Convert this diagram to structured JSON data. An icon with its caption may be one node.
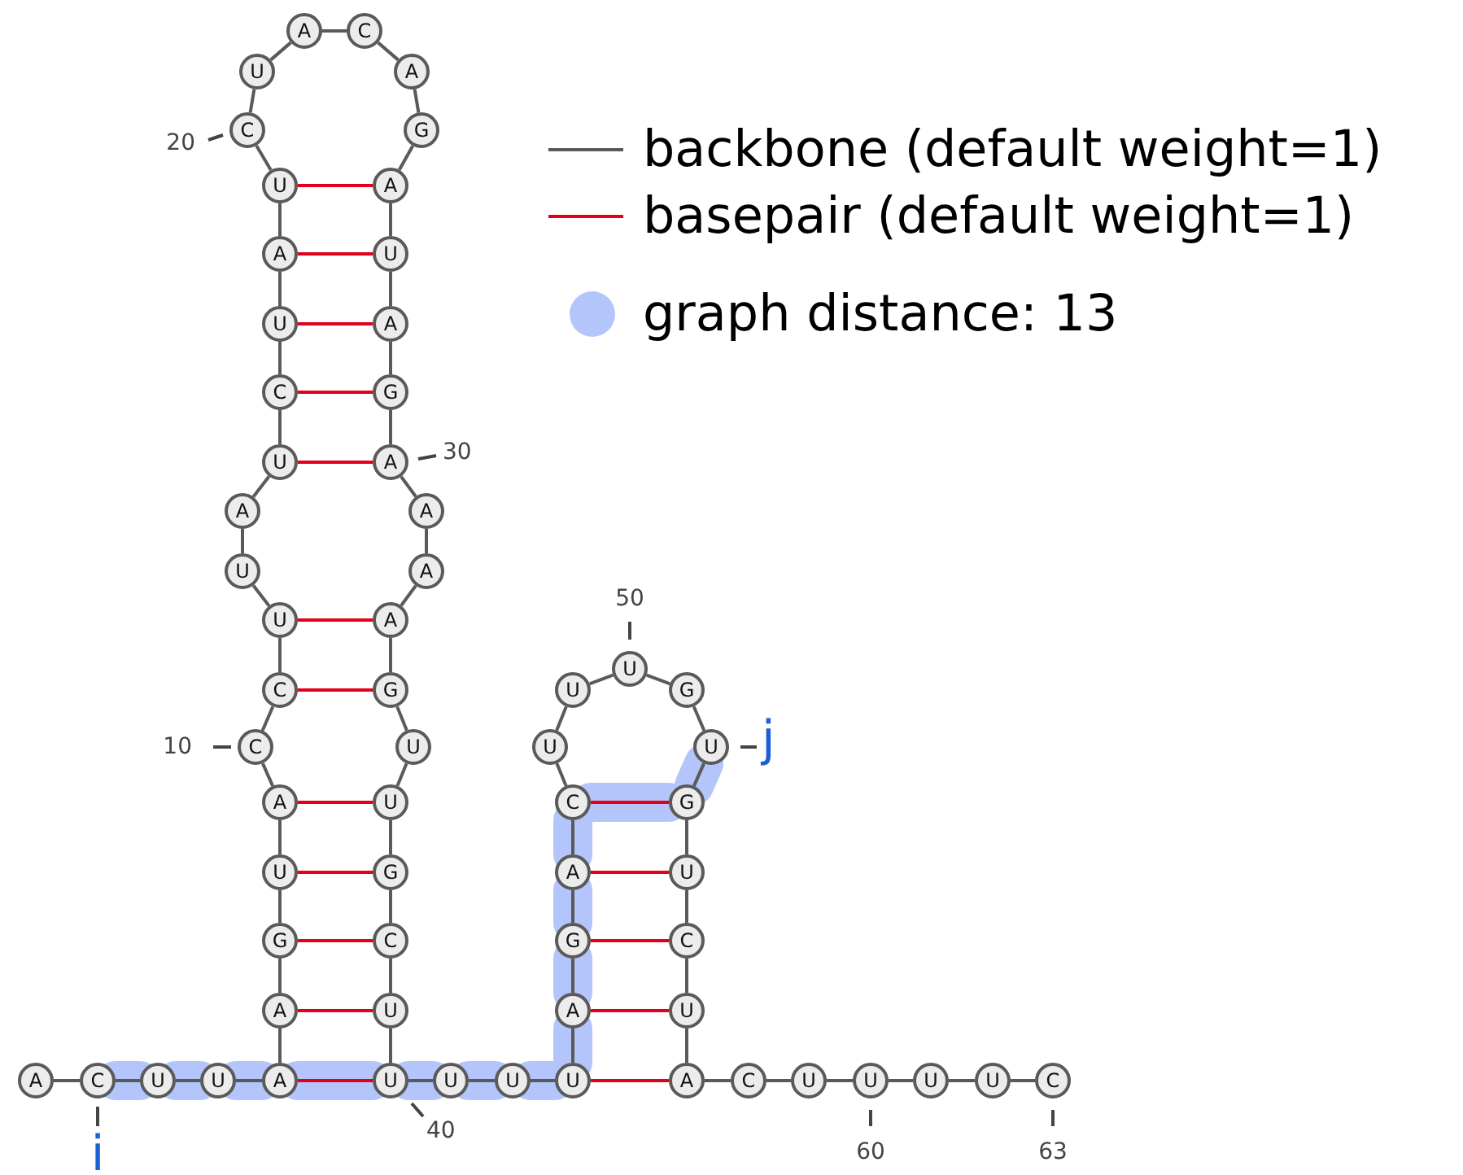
{
  "diagram": {
    "nodes": [
      {
        "text": [
          "A"
        ]
      },
      {
        "text": [
          "C"
        ],
        "beside": [
          "i"
        ]
      },
      {
        "text": [
          "U"
        ]
      },
      {
        "text": [
          "U"
        ]
      },
      {
        "text": [
          "A"
        ]
      },
      {
        "text": [
          "A"
        ]
      },
      {
        "text": [
          "G"
        ]
      },
      {
        "text": [
          "U"
        ]
      },
      {
        "text": [
          "A"
        ]
      },
      {
        "text": [
          "C"
        ],
        "beside": [
          "10"
        ]
      },
      {
        "text": [
          "C"
        ]
      },
      {
        "text": [
          "U"
        ]
      },
      {
        "text": [
          "U"
        ]
      },
      {
        "text": [
          "A"
        ]
      },
      {
        "text": [
          "U"
        ]
      },
      {
        "text": [
          "C"
        ]
      },
      {
        "text": [
          "U"
        ]
      },
      {
        "text": [
          "A"
        ]
      },
      {
        "text": [
          "U"
        ]
      },
      {
        "text": [
          "C"
        ],
        "beside": [
          "20"
        ]
      },
      {
        "text": [
          "U"
        ]
      },
      {
        "text": [
          "A"
        ]
      },
      {
        "text": [
          "C"
        ]
      },
      {
        "text": [
          "A"
        ]
      },
      {
        "text": [
          "G"
        ]
      },
      {
        "text": [
          "A"
        ]
      },
      {
        "text": [
          "U"
        ]
      },
      {
        "text": [
          "A"
        ]
      },
      {
        "text": [
          "G"
        ]
      },
      {
        "text": [
          "A"
        ],
        "beside": [
          "30"
        ]
      },
      {
        "text": [
          "A"
        ]
      },
      {
        "text": [
          "A"
        ]
      },
      {
        "text": [
          "A"
        ]
      },
      {
        "text": [
          "G"
        ]
      },
      {
        "text": [
          "U"
        ]
      },
      {
        "text": [
          "U"
        ]
      },
      {
        "text": [
          "G"
        ]
      },
      {
        "text": [
          "C"
        ]
      },
      {
        "text": [
          "U"
        ]
      },
      {
        "text": [
          "U"
        ],
        "beside": [
          "40"
        ]
      },
      {
        "text": [
          "U"
        ]
      },
      {
        "text": [
          "U"
        ]
      },
      {
        "text": [
          "U"
        ]
      },
      {
        "text": [
          "A"
        ]
      },
      {
        "text": [
          "G"
        ]
      },
      {
        "text": [
          "A"
        ]
      },
      {
        "text": [
          "C"
        ]
      },
      {
        "text": [
          "U"
        ]
      },
      {
        "text": [
          "U"
        ]
      },
      {
        "text": [
          "U"
        ],
        "beside": [
          "50"
        ]
      },
      {
        "text": [
          "G"
        ]
      },
      {
        "text": [
          "U"
        ],
        "beside": [
          "j"
        ]
      },
      {
        "text": [
          "G"
        ]
      },
      {
        "text": [
          "U"
        ]
      },
      {
        "text": [
          "C"
        ]
      },
      {
        "text": [
          "U"
        ]
      },
      {
        "text": [
          "A"
        ]
      },
      {
        "text": [
          "C"
        ]
      },
      {
        "text": [
          "U"
        ]
      },
      {
        "text": [
          "U"
        ],
        "beside": [
          "60"
        ]
      },
      {
        "text": [
          "U"
        ]
      },
      {
        "text": [
          "U"
        ]
      },
      {
        "text": [
          "C"
        ],
        "beside": [
          "63"
        ]
      }
    ],
    "edges": [
      {
        "from": 0,
        "to": 1,
        "arrow": "none"
      },
      {
        "from": 1,
        "to": 2,
        "arrow": "none"
      },
      {
        "from": 2,
        "to": 3,
        "arrow": "none"
      },
      {
        "from": 3,
        "to": 4,
        "arrow": "none"
      },
      {
        "from": 4,
        "to": 5,
        "arrow": "none"
      },
      {
        "from": 5,
        "to": 6,
        "arrow": "none"
      },
      {
        "from": 6,
        "to": 7,
        "arrow": "none"
      },
      {
        "from": 7,
        "to": 8,
        "arrow": "none"
      },
      {
        "from": 8,
        "to": 9,
        "arrow": "none"
      },
      {
        "from": 9,
        "to": 10,
        "arrow": "none"
      },
      {
        "from": 10,
        "to": 11,
        "arrow": "none"
      },
      {
        "from": 11,
        "to": 12,
        "arrow": "none"
      },
      {
        "from": 12,
        "to": 13,
        "arrow": "none"
      },
      {
        "from": 13,
        "to": 14,
        "arrow": "none"
      },
      {
        "from": 14,
        "to": 15,
        "arrow": "none"
      },
      {
        "from": 15,
        "to": 16,
        "arrow": "none"
      },
      {
        "from": 16,
        "to": 17,
        "arrow": "none"
      },
      {
        "from": 17,
        "to": 18,
        "arrow": "none"
      },
      {
        "from": 18,
        "to": 19,
        "arrow": "none"
      },
      {
        "from": 19,
        "to": 20,
        "arrow": "none"
      },
      {
        "from": 20,
        "to": 21,
        "arrow": "none"
      },
      {
        "from": 21,
        "to": 22,
        "arrow": "none"
      },
      {
        "from": 22,
        "to": 23,
        "arrow": "none"
      },
      {
        "from": 23,
        "to": 24,
        "arrow": "none"
      },
      {
        "from": 24,
        "to": 25,
        "arrow": "none"
      },
      {
        "from": 25,
        "to": 26,
        "arrow": "none"
      },
      {
        "from": 26,
        "to": 27,
        "arrow": "none"
      },
      {
        "from": 27,
        "to": 28,
        "arrow": "none"
      },
      {
        "from": 28,
        "to": 29,
        "arrow": "none"
      },
      {
        "from": 29,
        "to": 30,
        "arrow": "none"
      },
      {
        "from": 30,
        "to": 31,
        "arrow": "none"
      },
      {
        "from": 31,
        "to": 32,
        "arrow": "none"
      },
      {
        "from": 32,
        "to": 33,
        "arrow": "none"
      },
      {
        "from": 33,
        "to": 34,
        "arrow": "none"
      },
      {
        "from": 34,
        "to": 35,
        "arrow": "none"
      },
      {
        "from": 35,
        "to": 36,
        "arrow": "none"
      },
      {
        "from": 36,
        "to": 37,
        "arrow": "none"
      },
      {
        "from": 37,
        "to": 38,
        "arrow": "none"
      },
      {
        "from": 38,
        "to": 39,
        "arrow": "none"
      },
      {
        "from": 39,
        "to": 40,
        "arrow": "none"
      },
      {
        "from": 40,
        "to": 41,
        "arrow": "none"
      },
      {
        "from": 41,
        "to": 42,
        "arrow": "none"
      },
      {
        "from": 42,
        "to": 43,
        "arrow": "none"
      },
      {
        "from": 43,
        "to": 44,
        "arrow": "none"
      },
      {
        "from": 44,
        "to": 45,
        "arrow": "none"
      },
      {
        "from": 45,
        "to": 46,
        "arrow": "none"
      },
      {
        "from": 46,
        "to": 47,
        "arrow": "none"
      },
      {
        "from": 47,
        "to": 48,
        "arrow": "none"
      },
      {
        "from": 48,
        "to": 49,
        "arrow": "none"
      },
      {
        "from": 49,
        "to": 50,
        "arrow": "none"
      },
      {
        "from": 50,
        "to": 51,
        "arrow": "none"
      },
      {
        "from": 51,
        "to": 52,
        "arrow": "none"
      },
      {
        "from": 52,
        "to": 53,
        "arrow": "none"
      },
      {
        "from": 53,
        "to": 54,
        "arrow": "none"
      },
      {
        "from": 54,
        "to": 55,
        "arrow": "none"
      },
      {
        "from": 55,
        "to": 56,
        "arrow": "none"
      },
      {
        "from": 56,
        "to": 57,
        "arrow": "none"
      },
      {
        "from": 57,
        "to": 58,
        "arrow": "none"
      },
      {
        "from": 58,
        "to": 59,
        "arrow": "none"
      },
      {
        "from": 59,
        "to": 60,
        "arrow": "none"
      },
      {
        "from": 60,
        "to": 61,
        "arrow": "none"
      },
      {
        "from": 61,
        "to": 62,
        "arrow": "none"
      },
      {
        "from": 4,
        "to": 39,
        "arrow": "none",
        "color": "#e3001b"
      },
      {
        "from": 5,
        "to": 38,
        "arrow": "none",
        "color": "#e3001b"
      },
      {
        "from": 6,
        "to": 37,
        "arrow": "none",
        "color": "#e3001b"
      },
      {
        "from": 7,
        "to": 36,
        "arrow": "none",
        "color": "#e3001b"
      },
      {
        "from": 8,
        "to": 35,
        "arrow": "none",
        "color": "#e3001b"
      },
      {
        "from": 10,
        "to": 33,
        "arrow": "none",
        "color": "#e3001b"
      },
      {
        "from": 11,
        "to": 32,
        "arrow": "none",
        "color": "#e3001b"
      },
      {
        "from": 14,
        "to": 29,
        "arrow": "none",
        "color": "#e3001b"
      },
      {
        "from": 15,
        "to": 28,
        "arrow": "none",
        "color": "#e3001b"
      },
      {
        "from": 16,
        "to": 27,
        "arrow": "none",
        "color": "#e3001b"
      },
      {
        "from": 17,
        "to": 26,
        "arrow": "none",
        "color": "#e3001b"
      },
      {
        "from": 18,
        "to": 25,
        "arrow": "none",
        "color": "#e3001b"
      },
      {
        "from": 42,
        "to": 56,
        "arrow": "none",
        "color": "#e3001b"
      },
      {
        "from": 43,
        "to": 55,
        "arrow": "none",
        "color": "#e3001b"
      },
      {
        "from": 44,
        "to": 54,
        "arrow": "none",
        "color": "#e3001b"
      },
      {
        "from": 45,
        "to": 53,
        "arrow": "none",
        "color": "#e3001b"
      },
      {
        "from": 46,
        "to": 52,
        "arrow": "none",
        "color": "#e3001b"
      },
      {
        "from": 1,
        "to": 2,
        "arrow": "none",
        "style": "thick",
        "color": "#b3c5fb"
      },
      {
        "from": 2,
        "to": 3,
        "arrow": "none",
        "style": "thick",
        "color": "#b3c5fb"
      },
      {
        "from": 3,
        "to": 4,
        "arrow": "none",
        "style": "thick",
        "color": "#b3c5fb"
      },
      {
        "from": 4,
        "to": 39,
        "arrow": "none",
        "style": "thick",
        "color": "#b3c5fb"
      },
      {
        "from": 39,
        "to": 40,
        "arrow": "none",
        "style": "thick",
        "color": "#b3c5fb"
      },
      {
        "from": 40,
        "to": 41,
        "arrow": "none",
        "style": "thick",
        "color": "#b3c5fb"
      },
      {
        "from": 41,
        "to": 42,
        "arrow": "none",
        "style": "thick",
        "color": "#b3c5fb"
      },
      {
        "from": 42,
        "to": 43,
        "arrow": "none",
        "style": "thick",
        "color": "#b3c5fb"
      },
      {
        "from": 43,
        "to": 44,
        "arrow": "none",
        "style": "thick",
        "color": "#b3c5fb"
      },
      {
        "from": 44,
        "to": 45,
        "arrow": "none",
        "style": "thick",
        "color": "#b3c5fb"
      },
      {
        "from": 45,
        "to": 46,
        "arrow": "none",
        "style": "thick",
        "color": "#b3c5fb"
      },
      {
        "from": 46,
        "to": 52,
        "arrow": "none",
        "style": "thick",
        "color": "#b3c5fb"
      },
      {
        "from": 52,
        "to": 51,
        "arrow": "none",
        "style": "thick",
        "color": "#b3c5fb"
      }
    ],
    "legend": [
      {
        "text": "backbone (default weight=1)"
      },
      {
        "text": "basepair (default weight=1)"
      },
      {
        "text": "graph distance: 13",
        "color": "#b3c5fb"
      }
    ]
  }
}
